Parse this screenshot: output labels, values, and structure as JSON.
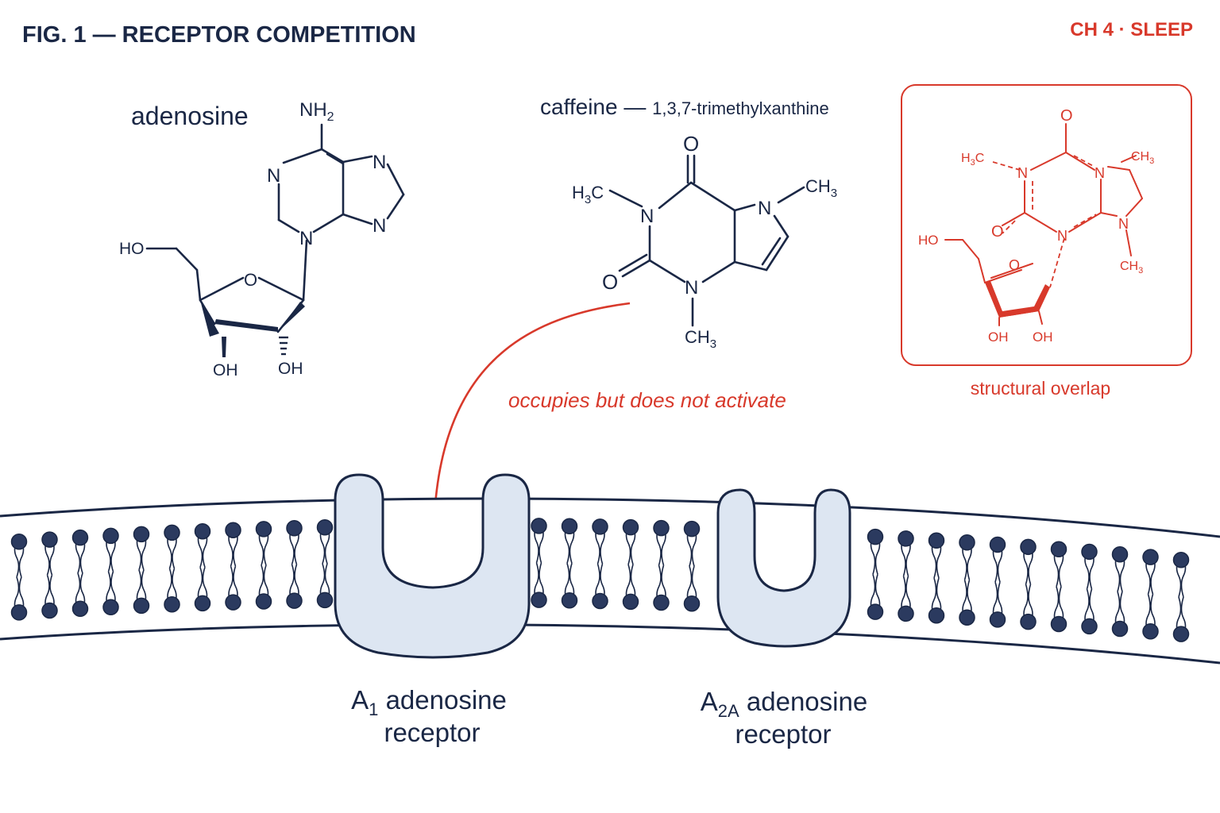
{
  "header": {
    "figure_title": "FIG. 1 — RECEPTOR COMPETITION",
    "chapter_tag": "CH 4 · SLEEP"
  },
  "adenosine": {
    "name": "adenosine",
    "atoms": {
      "nh2": "NH",
      "nh2_sub": "2",
      "n": "N",
      "o": "O",
      "ho": "HO",
      "oh": "OH"
    }
  },
  "caffeine": {
    "name": "caffeine",
    "separator": "—",
    "iupac": "1,3,7-trimethylxanthine",
    "atoms": {
      "o": "O",
      "n": "N",
      "ch3": "CH",
      "h3c": "H",
      "c": "C",
      "sub3": "3"
    }
  },
  "overlay": {
    "caption": "structural overlap",
    "atoms": {
      "o": "O",
      "n": "N",
      "ho": "HO",
      "oh": "OH",
      "ch3": "CH",
      "h3c": "H",
      "c": "C",
      "sub3": "3"
    }
  },
  "annotation": {
    "arrow_label": "occupies but does not activate"
  },
  "receptors": [
    {
      "base": "A",
      "sub": "1",
      "line1_rest": "adenosine",
      "line2": "receptor"
    },
    {
      "base": "A",
      "sub": "2A",
      "line1_rest": "adenosine",
      "line2": "receptor"
    }
  ],
  "colors": {
    "navy": "#1a2745",
    "accent_red": "#d8392b",
    "receptor_fill": "#dde6f2",
    "background": "#ffffff"
  }
}
